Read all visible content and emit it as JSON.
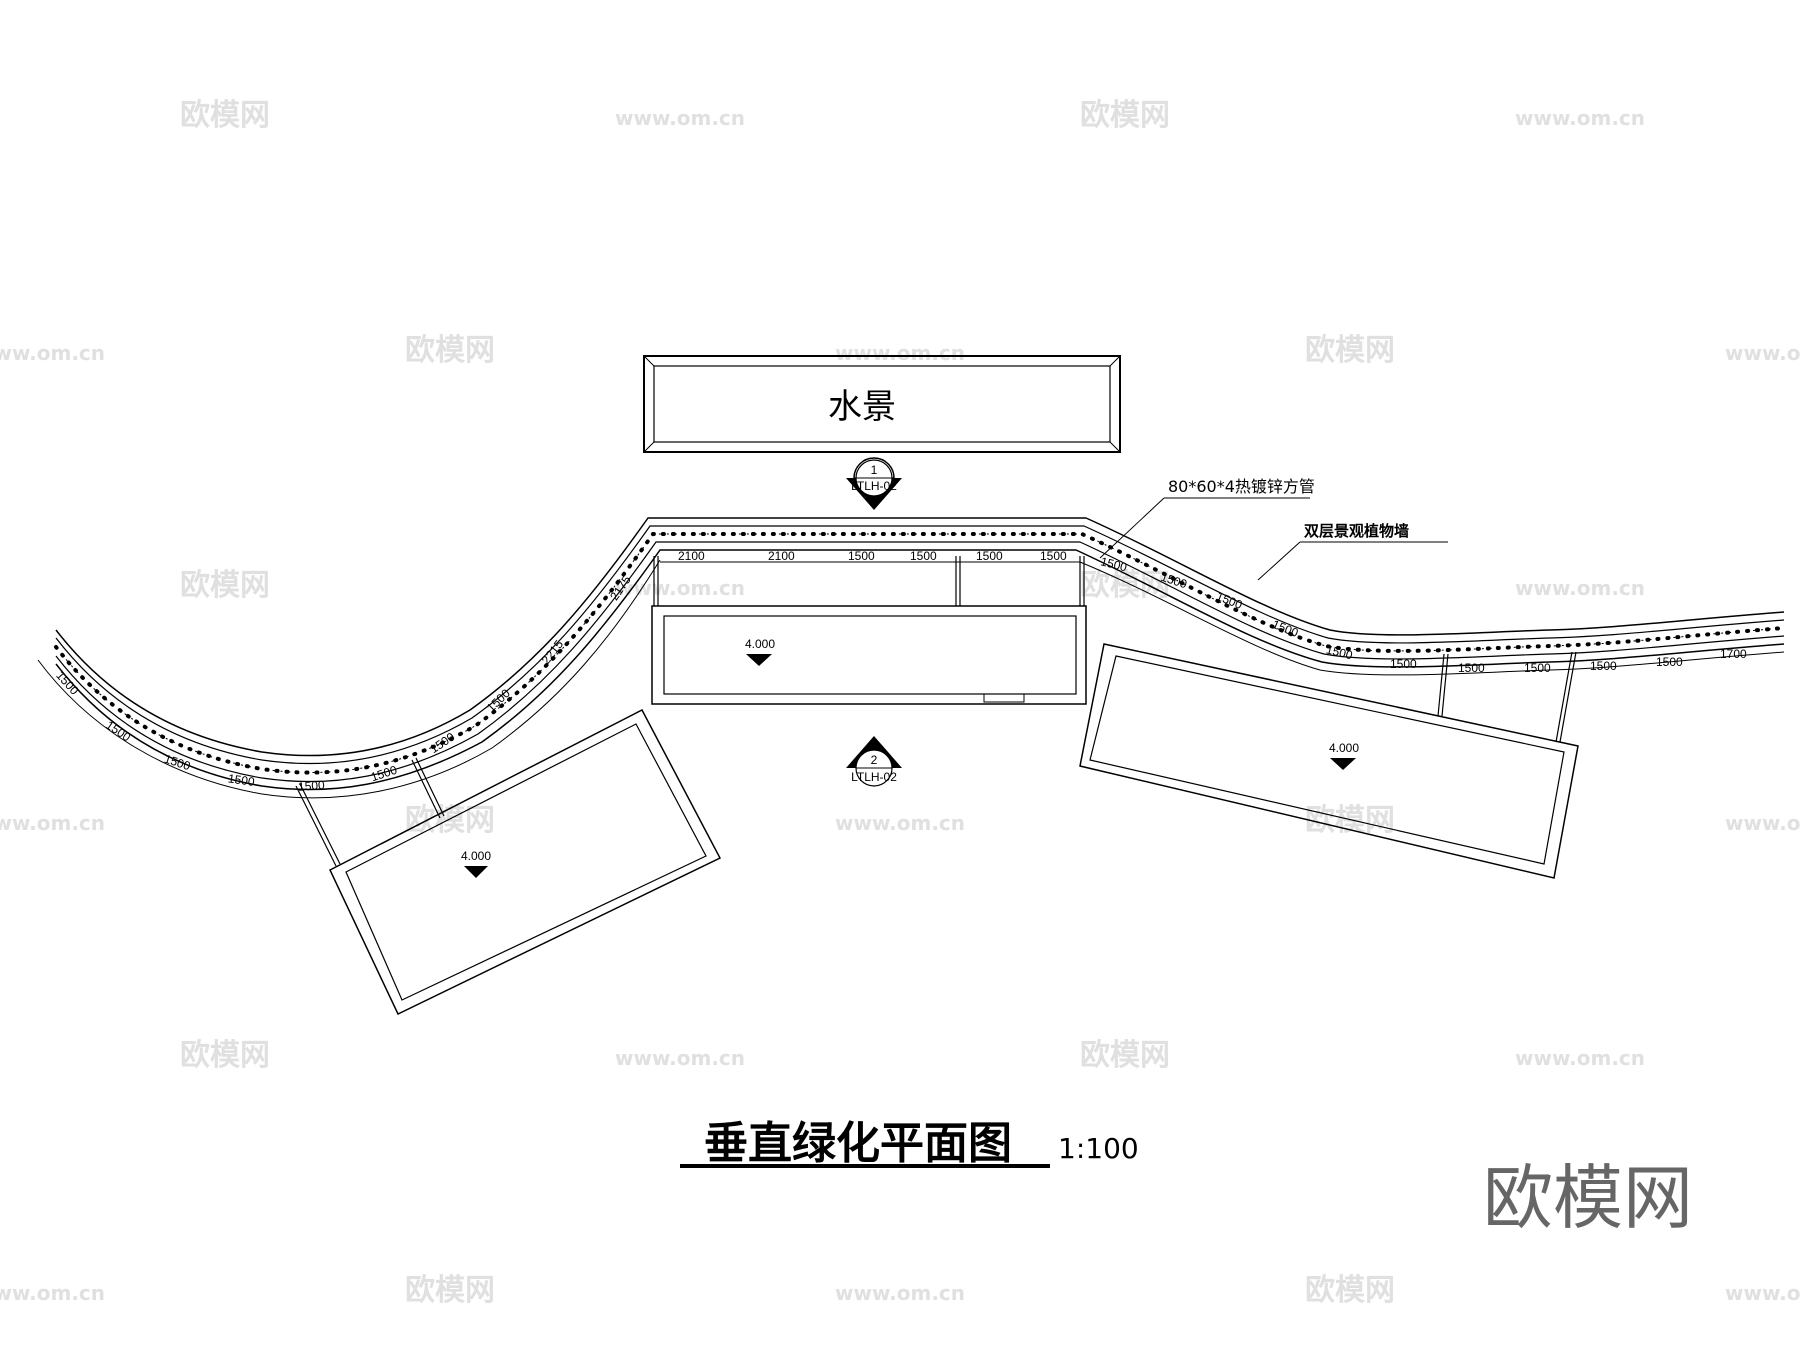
{
  "water_feature": {
    "label": "水景"
  },
  "section_markers": [
    {
      "number": "1",
      "sheet": "LTLH-02"
    },
    {
      "number": "2",
      "sheet": "LTLH-02"
    }
  ],
  "annotations": {
    "pipe": "80*60*4热镀锌方管",
    "wall": "双层景观植物墙"
  },
  "planters": [
    {
      "elevation": "4.000"
    },
    {
      "elevation": "4.000"
    },
    {
      "elevation": "4.000"
    }
  ],
  "dimensions": {
    "left": [
      "1500",
      "1500",
      "1500",
      "1500",
      "1500",
      "1500",
      "1500",
      "1500",
      "2215",
      "2175"
    ],
    "middle": [
      "2100",
      "2100",
      "1500",
      "1500",
      "1500",
      "1500"
    ],
    "right": [
      "1500",
      "1500",
      "1500",
      "1500",
      "1500",
      "1500",
      "1500",
      "1500",
      "1500",
      "1500",
      "1700"
    ]
  },
  "title": {
    "text": "垂直绿化平面图",
    "scale": "1:100"
  },
  "watermarks": {
    "brand": "欧模网",
    "url": "www.om.cn"
  }
}
